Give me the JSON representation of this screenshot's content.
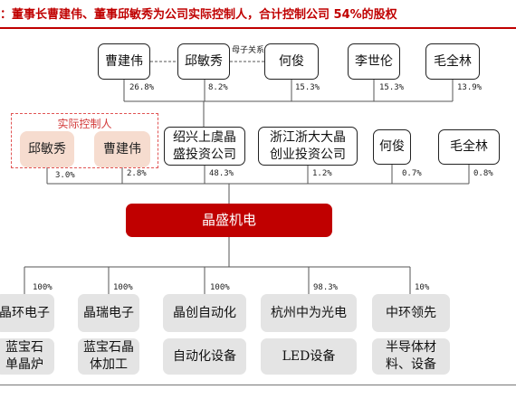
{
  "title": "：董事长曹建伟、董事邱敏秀为公司实际控制人，合计控制公司 54%的股权",
  "relation_label": "母子关系",
  "actual_controller_label": "实际控制人",
  "shareholders_top": [
    {
      "name": "曹建伟",
      "pct": "26.8%"
    },
    {
      "name": "邱敏秀",
      "pct": "8.2%"
    },
    {
      "name": "何俊",
      "pct": "15.3%"
    },
    {
      "name": "李世伦",
      "pct": "15.3%"
    },
    {
      "name": "毛全林",
      "pct": "13.9%"
    }
  ],
  "shareholders_mid": [
    {
      "name": "邱敏秀",
      "pct": "3.0%"
    },
    {
      "name": "曹建伟",
      "pct": "2.8%"
    },
    {
      "name": "绍兴上虞晶盛投资公司",
      "pct": "48.3%"
    },
    {
      "name": "浙江浙大大晶创业投资公司",
      "pct": "1.2%"
    },
    {
      "name": "何俊",
      "pct": "0.7%"
    },
    {
      "name": "毛全林",
      "pct": "0.8%"
    }
  ],
  "company": "晶盛机电",
  "subsidiaries": [
    {
      "name": "晶环电子",
      "pct": "100%",
      "business": "蓝宝石单晶炉"
    },
    {
      "name": "晶瑞电子",
      "pct": "100%",
      "business": "蓝宝石晶体加工"
    },
    {
      "name": "晶创自动化",
      "pct": "100%",
      "business": "自动化设备"
    },
    {
      "name": "杭州中为光电",
      "pct": "98.3%",
      "business": "LED设备"
    },
    {
      "name": "中环领先",
      "pct": "10%",
      "business": "半导体材料、设备"
    }
  ]
}
